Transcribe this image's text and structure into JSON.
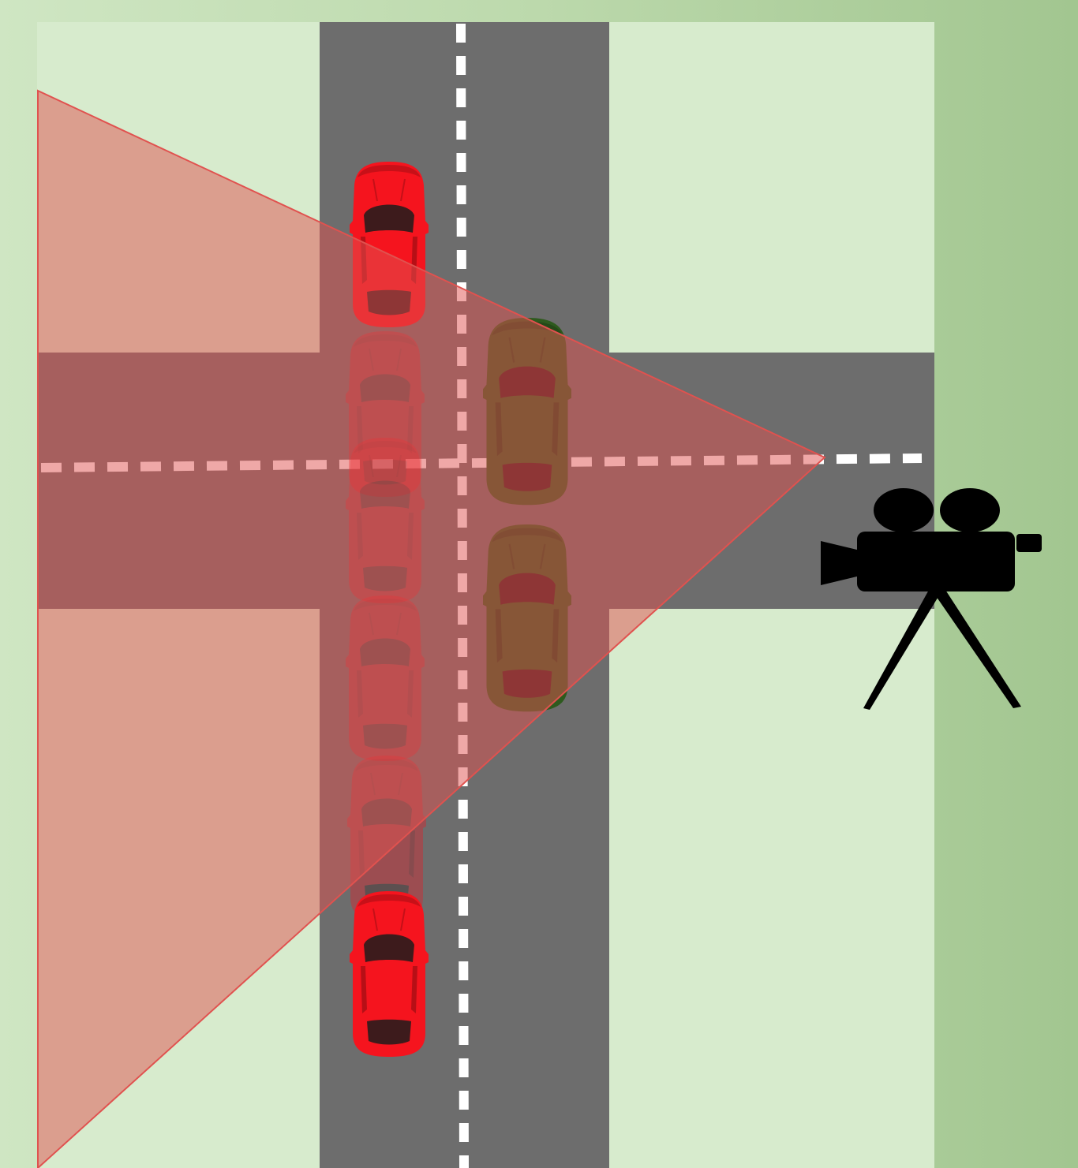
{
  "scene": {
    "background_color": "#a9cb98",
    "grass_color": "#d7ebcd",
    "road_color": "#6d6d6d",
    "lane_marking_color": "#ffffff",
    "view_cone_color": "#e0524f"
  },
  "camera": {
    "icon": "movie-camera-icon",
    "color": "#000000"
  },
  "cars": {
    "red_color": "#f5141e",
    "green_color": "#2e5a1e",
    "red_moving_lane": {
      "solid_positions": 2,
      "ghost_positions": 4
    },
    "green_parked_lane": {
      "count": 2
    }
  }
}
